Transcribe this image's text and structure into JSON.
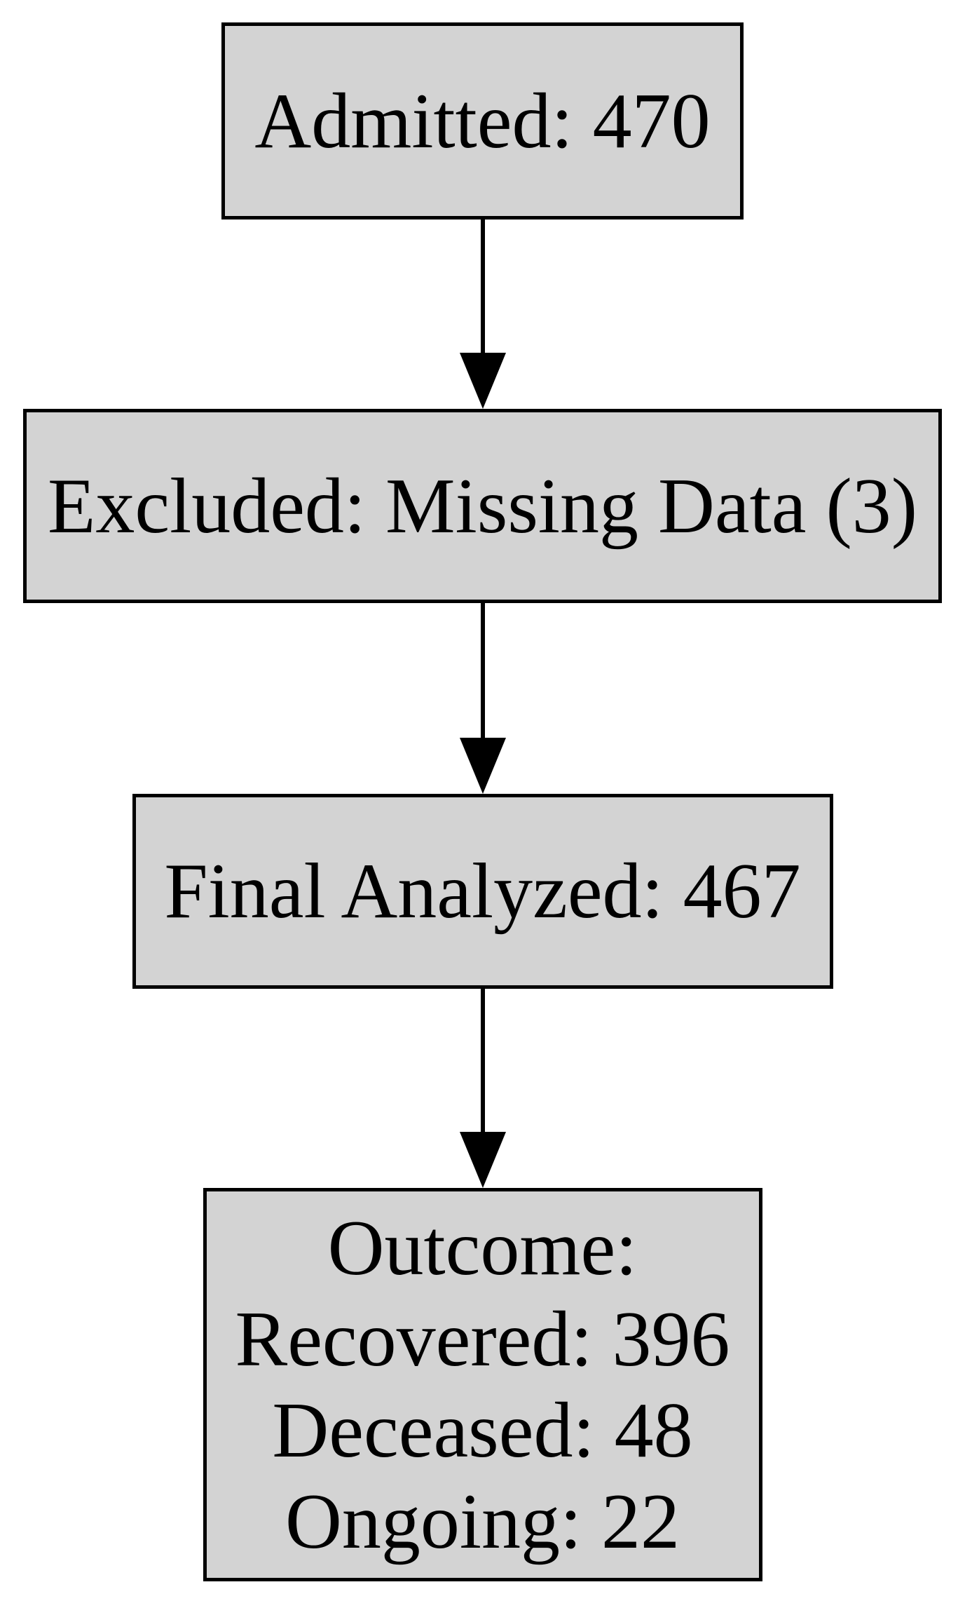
{
  "diagram": {
    "type": "flowchart",
    "direction": "top-down",
    "colors": {
      "page_bg": "#ffffff",
      "node_fill": "#d3d3d3",
      "node_border": "#000000",
      "text": "#000000",
      "arrow": "#000000"
    },
    "nodes": [
      {
        "id": "admitted",
        "lines": [
          "Admitted: 470"
        ]
      },
      {
        "id": "excluded",
        "lines": [
          "Excluded: Missing Data (3)"
        ]
      },
      {
        "id": "final-analyzed",
        "lines": [
          "Final Analyzed: 467"
        ]
      },
      {
        "id": "outcome",
        "lines": [
          "Outcome:",
          "Recovered: 396",
          "Deceased: 48",
          "Ongoing: 22"
        ]
      }
    ],
    "edges": [
      {
        "from": "admitted",
        "to": "excluded"
      },
      {
        "from": "excluded",
        "to": "final-analyzed"
      },
      {
        "from": "final-analyzed",
        "to": "outcome"
      }
    ]
  }
}
